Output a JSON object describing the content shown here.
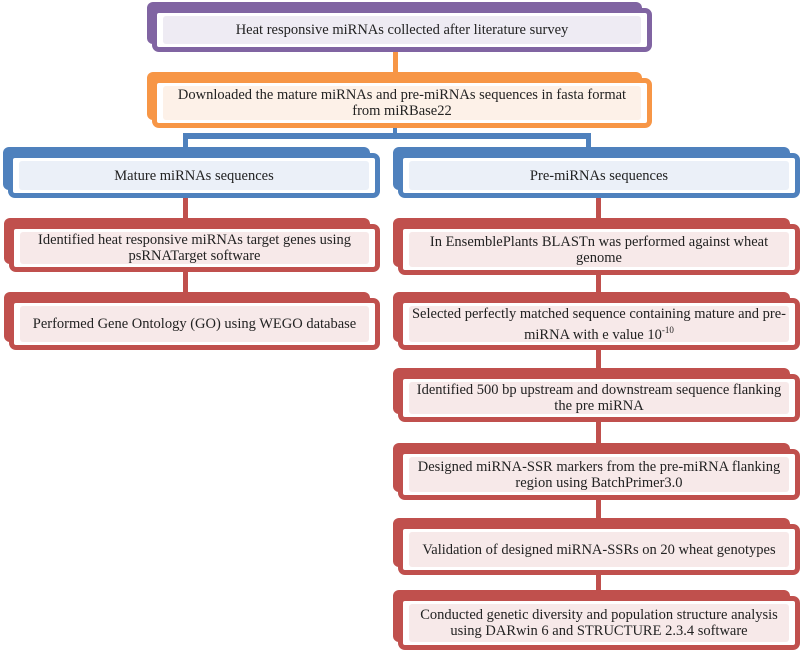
{
  "colors": {
    "purple": "#8064a2",
    "orange": "#f79646",
    "blue": "#4f81bd",
    "red": "#c0504d"
  },
  "top": {
    "step1": "Heat responsive miRNAs collected after literature survey",
    "step2": "Downloaded the mature miRNAs and pre-miRNAs sequences in fasta format from miRBase22"
  },
  "left": {
    "header": "Mature miRNAs sequences",
    "steps": [
      "Identified heat responsive miRNAs target genes using psRNATarget software",
      "Performed Gene Ontology (GO) using WEGO database"
    ]
  },
  "right": {
    "header": "Pre-miRNAs sequences",
    "steps": [
      "In EnsemblePlants BLASTn was performed against wheat genome",
      "Selected perfectly matched sequence containing mature and pre-miRNA with e value 10",
      "Identified 500 bp upstream and downstream sequence flanking the pre miRNA",
      "Designed miRNA-SSR markers from the pre-miRNA flanking region using BatchPrimer3.0",
      "Validation of designed miRNA-SSRs on 20 wheat genotypes",
      "Conducted genetic diversity and population structure analysis using DARwin 6 and STRUCTURE 2.3.4 software"
    ],
    "evalue_exponent": "-10"
  }
}
